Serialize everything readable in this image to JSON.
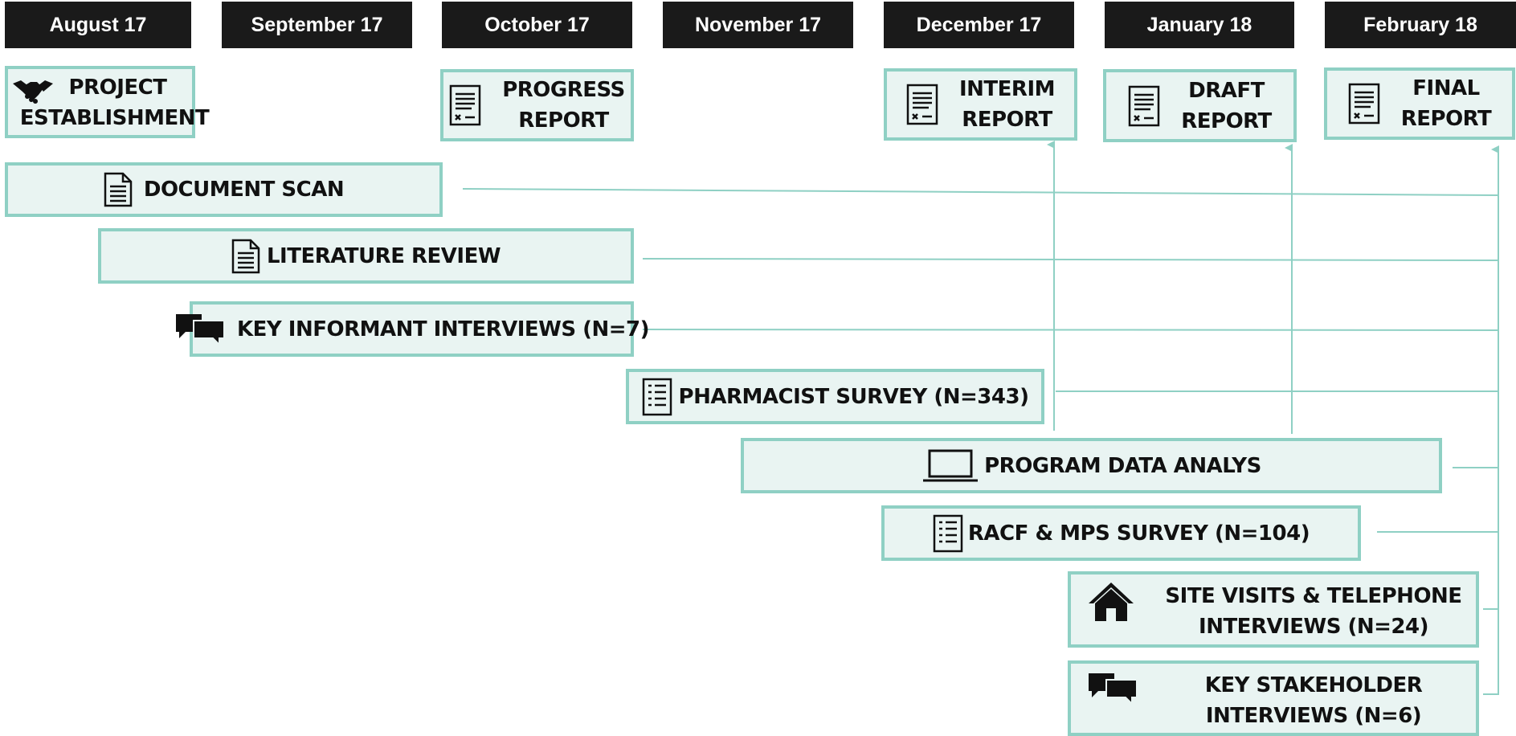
{
  "months": [
    "August 17",
    "September 17",
    "October 17",
    "November 17",
    "December 17",
    "January 18",
    "February 18"
  ],
  "milestones": {
    "project_establishment": [
      "PROJECT",
      "ESTABLISHMENT"
    ],
    "progress_report": [
      "PROGRESS",
      "REPORT"
    ],
    "interim_report": [
      "INTERIM",
      "REPORT"
    ],
    "draft_report": [
      "DRAFT",
      "REPORT"
    ],
    "final_report": [
      "FINAL",
      "REPORT"
    ]
  },
  "activities": {
    "document_scan": "DOCUMENT SCAN",
    "literature_review": "LITERATURE REVIEW",
    "key_informant_interviews": "KEY INFORMANT INTERVIEWS (N=7)",
    "pharmacist_survey": "PHARMACIST SURVEY (N=343)",
    "program_data_analys": "PROGRAM DATA ANALYS",
    "racf_mps_survey": "RACF & MPS SURVEY (N=104)",
    "site_visits": [
      "SITE VISITS & TELEPHONE",
      "INTERVIEWS (N=24)"
    ],
    "key_stakeholder": [
      "KEY STAKEHOLDER",
      "INTERVIEWS (N=6)"
    ]
  },
  "colors": {
    "header_bg": "#1a1a1a",
    "box_fill": "#e9f4f2",
    "box_border": "#8fd0c4",
    "connector": "#8fd0c4"
  }
}
